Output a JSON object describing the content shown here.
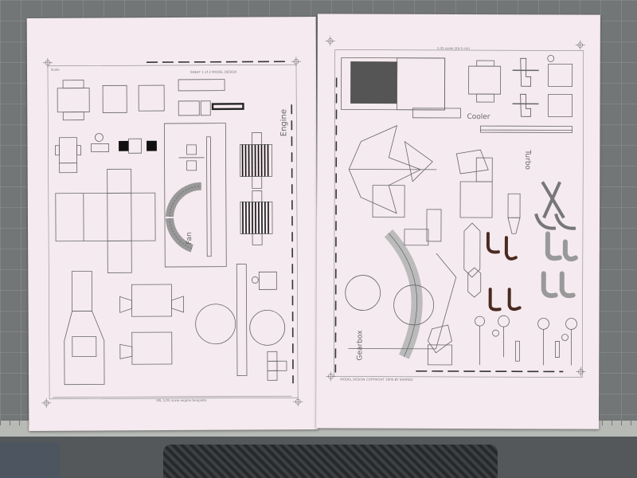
{
  "left_sheet": {
    "part_labels": {
      "engine": "Engine",
      "fan": "Fan"
    }
  },
  "right_sheet": {
    "part_labels": {
      "cooler": "Cooler",
      "turbo": "Turbo",
      "gearbox": "Gearbox"
    }
  },
  "colors": {
    "mat": "#727676",
    "paper": "#f5eaef",
    "line": "#555555",
    "dark_part": "#4a2a20"
  }
}
